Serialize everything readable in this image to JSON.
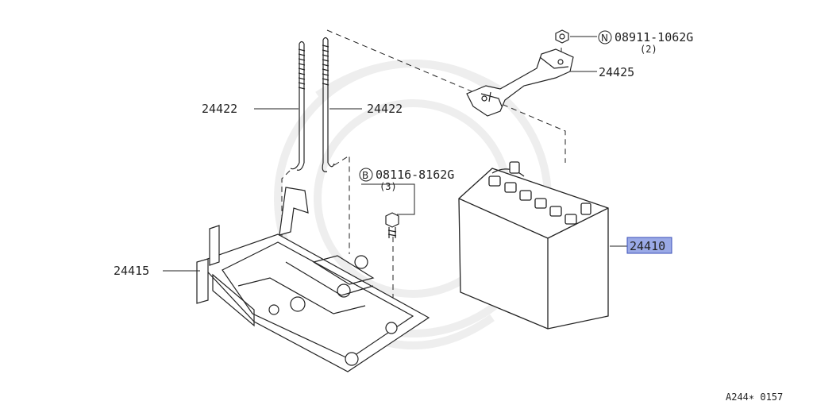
{
  "parts": {
    "stud_left": "24422",
    "stud_right": "24422",
    "frame": "24425",
    "nut_code": "08911-1062G",
    "nut_prefix": "N",
    "nut_qty": "(2)",
    "bolt_code": "08116-8162G",
    "bolt_prefix": "B",
    "bolt_qty": "(3)",
    "battery": "24410",
    "tray": "24415"
  },
  "diagram_id": "A244∗ 0157",
  "colors": {
    "line": "#222222",
    "highlight_fill": "#9aa9e6",
    "highlight_border": "#3b4fb8",
    "watermark": "#eeeeee"
  }
}
